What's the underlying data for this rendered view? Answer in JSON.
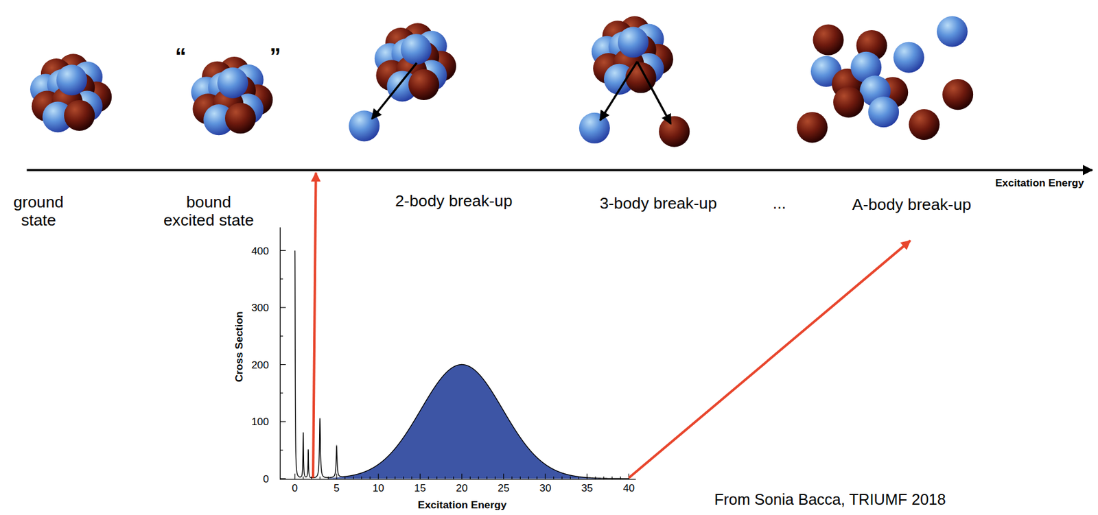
{
  "diagram": {
    "labels": [
      "“",
      "”",
      "ground state",
      "bound excited state",
      "2-body break-up",
      "3-body break-up",
      "...",
      "A-body break-up",
      "Excitation Energy",
      "400",
      "300",
      "200",
      "100",
      "0",
      "0",
      "5",
      "10",
      "15",
      "20",
      "25",
      "30",
      "35",
      "40",
      "Cross Section",
      "Excitation Energy",
      "From Sonia Bacca, TRIUMF 2018"
    ]
  }
}
